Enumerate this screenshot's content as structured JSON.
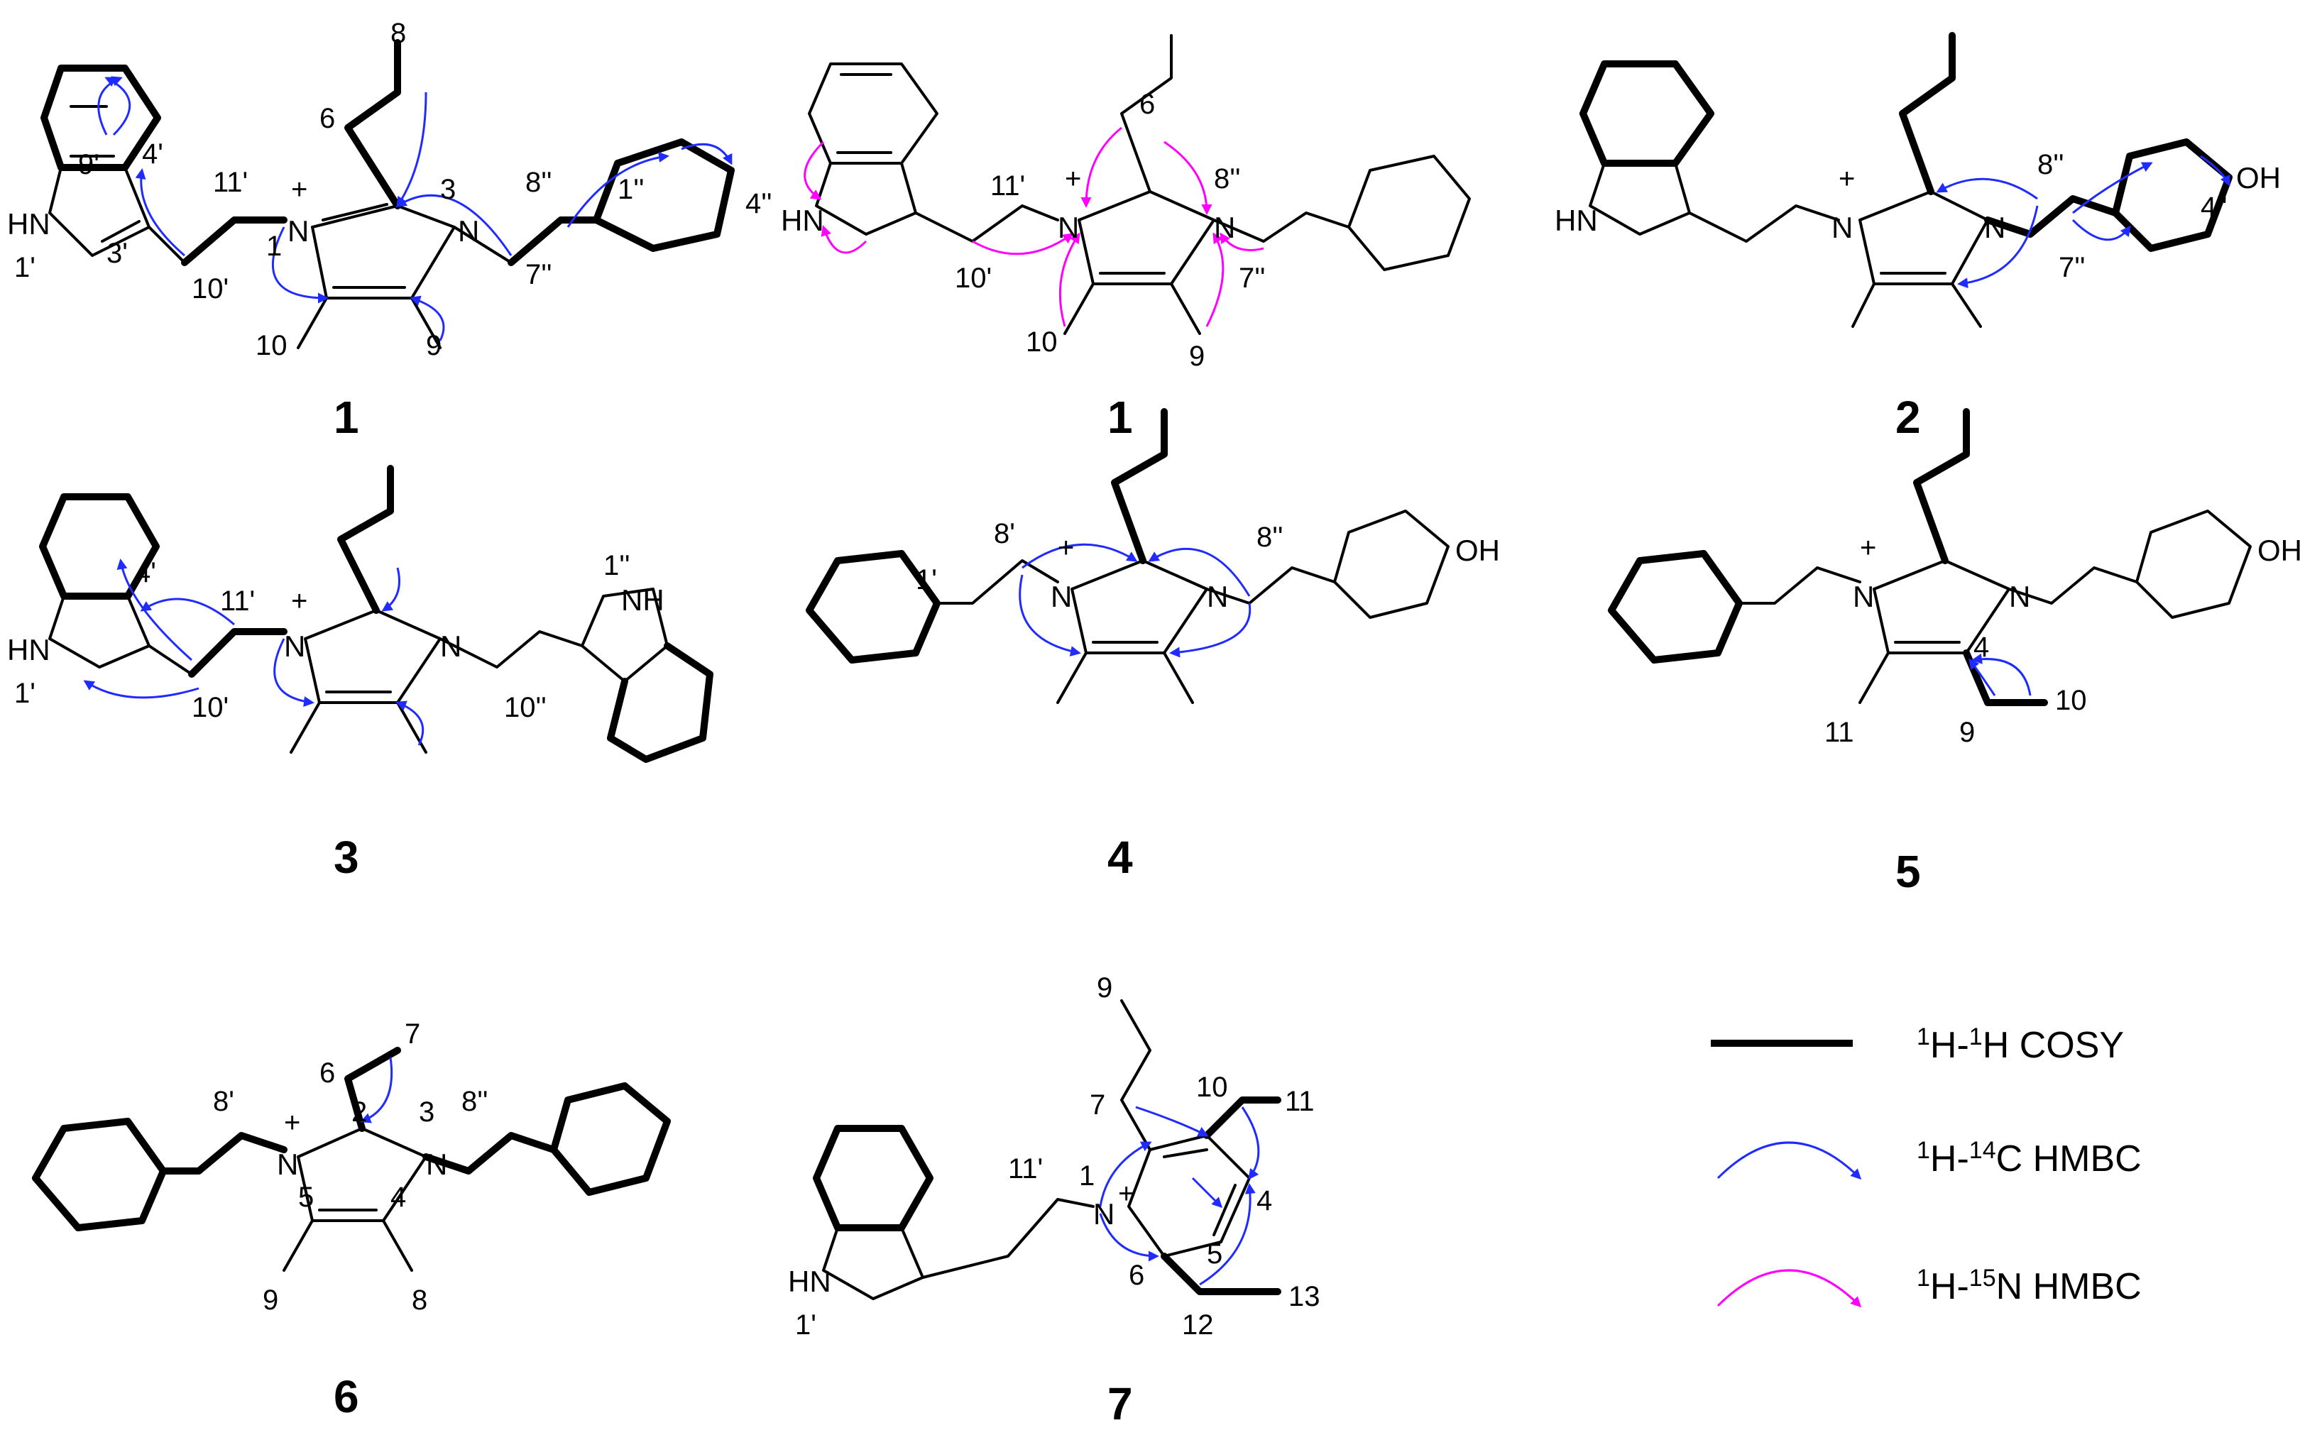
{
  "colors": {
    "bond": "#000000",
    "hmbc_c": "#1f2bff",
    "hmbc_n": "#ff00ff"
  },
  "atoms": {
    "nh": "HN",
    "n": "N",
    "n_plus": "N",
    "plus": "+",
    "oh": "OH",
    "nh_right": "NH"
  },
  "compounds": {
    "c1a": {
      "id": "1",
      "labels": {
        "eight": "8",
        "six": "6",
        "nine_p": "9'",
        "four_p": "4'",
        "eleven_p": "11'",
        "one_small": "1",
        "three": "3",
        "eight_pp": "8''",
        "one_pp": "1''",
        "four_pp": "4''",
        "one_p": "1'",
        "three_p": "3'",
        "ten_p": "10'",
        "seven_pp": "7''",
        "ten": "10",
        "nine": "9"
      }
    },
    "c1b": {
      "id": "1",
      "labels": {
        "six": "6",
        "eleven_p": "11'",
        "eight_pp": "8''",
        "ten_p": "10'",
        "seven_pp": "7''",
        "ten": "10",
        "nine": "9"
      }
    },
    "c2": {
      "id": "2",
      "labels": {
        "eight_pp": "8''",
        "four_pp": "4''",
        "seven_pp": "7''"
      }
    },
    "c3": {
      "id": "3",
      "labels": {
        "four_p": "4'",
        "eleven_p": "11'",
        "one_pp": "1''",
        "one_p": "1'",
        "ten_p": "10'",
        "ten_pp": "10''"
      }
    },
    "c4": {
      "id": "4",
      "labels": {
        "eight_p": "8'",
        "eight_pp": "8''",
        "one_p": "1'"
      }
    },
    "c5": {
      "id": "5",
      "labels": {
        "four": "4",
        "eleven": "11",
        "nine": "9",
        "ten": "10"
      }
    },
    "c6": {
      "id": "6",
      "labels": {
        "seven": "7",
        "six": "6",
        "two": "2",
        "three": "3",
        "eight_p": "8'",
        "eight_pp": "8''",
        "five": "5",
        "four": "4",
        "nine": "9",
        "eight": "8"
      }
    },
    "c7": {
      "id": "7",
      "labels": {
        "nine": "9",
        "ten": "10",
        "eleven": "11",
        "seven": "7",
        "eleven_p": "11'",
        "one": "1",
        "four": "4",
        "five": "5",
        "six": "6",
        "twelve": "12",
        "thirteen": "13",
        "one_p": "1'"
      }
    }
  },
  "legend": {
    "cosy": {
      "sup1": "1",
      "mid": "H-",
      "sup2": "1",
      "tail": "H COSY"
    },
    "hmbc_c": {
      "sup1": "1",
      "mid": "H-",
      "sup2": "14",
      "tail": "C HMBC"
    },
    "hmbc_n": {
      "sup1": "1",
      "mid": "H-",
      "sup2": "15",
      "tail": "N HMBC"
    }
  }
}
